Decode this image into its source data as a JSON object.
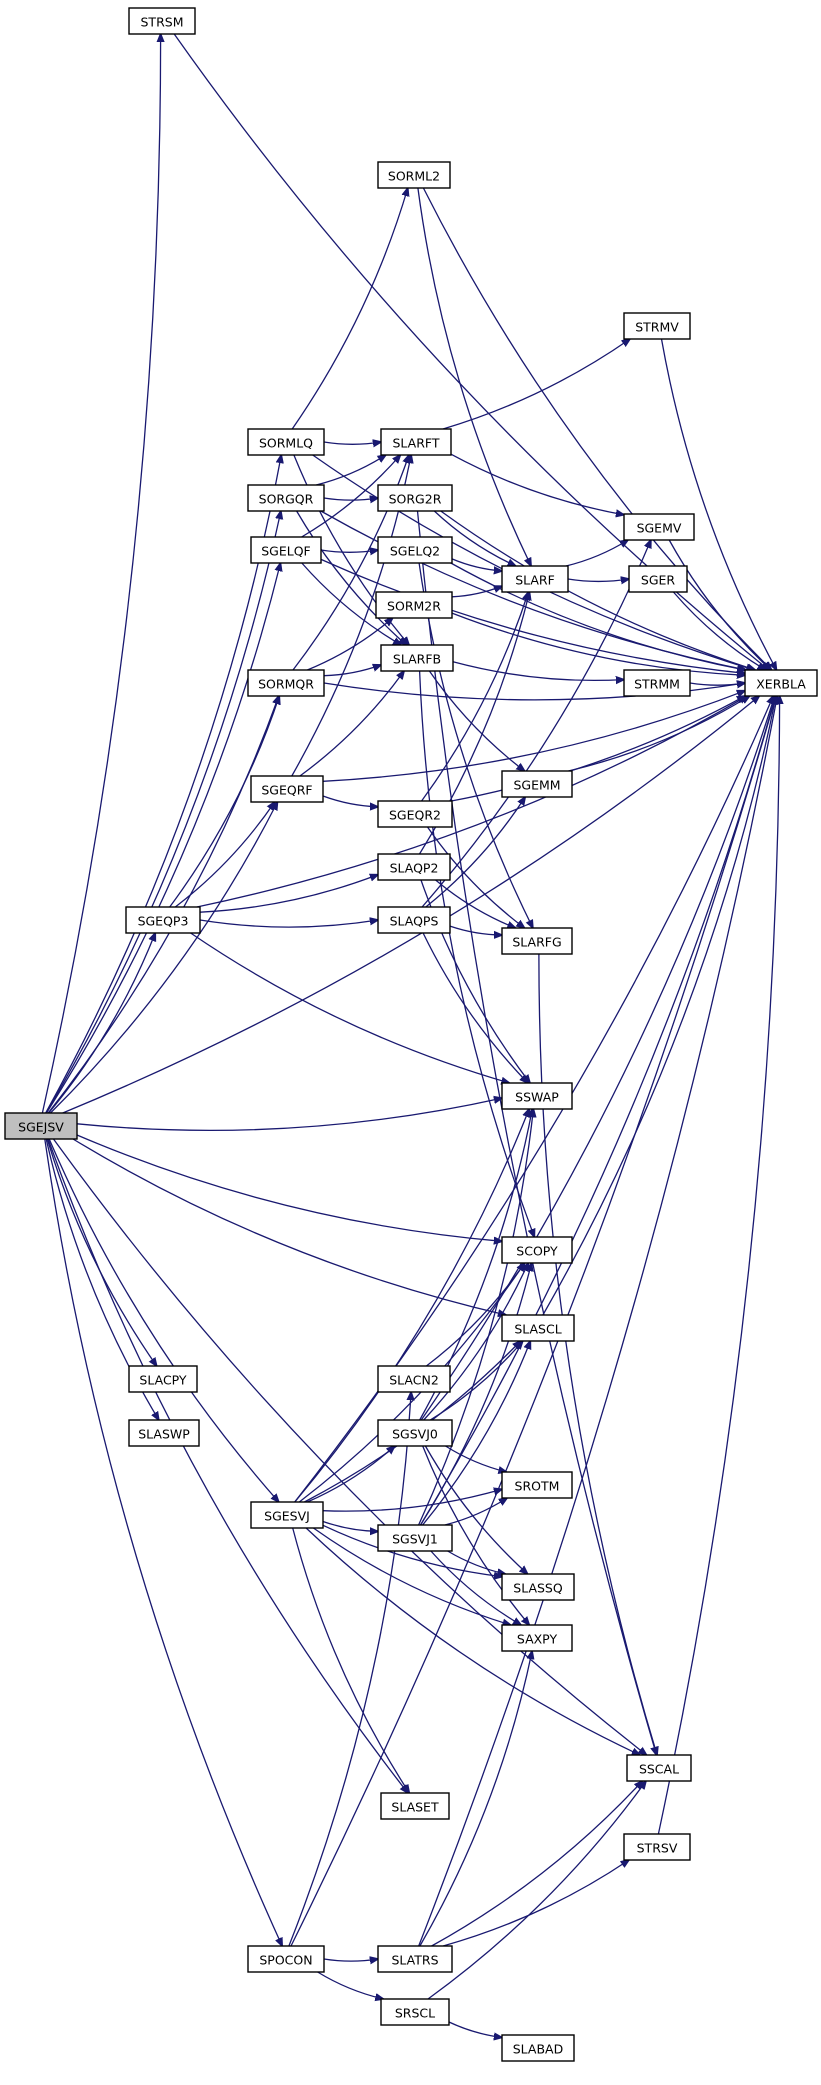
{
  "graph": {
    "root": "SGEJSV",
    "colors": {
      "edge": "#191970",
      "node_border": "#000000",
      "root_fill": "#bfbfbf",
      "node_fill": "#ffffff"
    },
    "nodes": {
      "SGEJSV": "SGEJSV",
      "STRSM": "STRSM",
      "SORML2": "SORML2",
      "STRMV": "STRMV",
      "SORMLQ": "SORMLQ",
      "SLARFT": "SLARFT",
      "SORGQR": "SORGQR",
      "SORG2R": "SORG2R",
      "SGEMV": "SGEMV",
      "SGELQF": "SGELQF",
      "SGELQ2": "SGELQ2",
      "SLARF": "SLARF",
      "SGER": "SGER",
      "SORM2R": "SORM2R",
      "SLARFB": "SLARFB",
      "SORMQR": "SORMQR",
      "STRMM": "STRMM",
      "XERBLA": "XERBLA",
      "SGEQRF": "SGEQRF",
      "SGEMM": "SGEMM",
      "SGEQR2": "SGEQR2",
      "SLAQP2": "SLAQP2",
      "SGEQP3": "SGEQP3",
      "SLAQPS": "SLAQPS",
      "SLARFG": "SLARFG",
      "SSWAP": "SSWAP",
      "SCOPY": "SCOPY",
      "SLASCL": "SLASCL",
      "SLACN2": "SLACN2",
      "SLACPY": "SLACPY",
      "SGSVJ0": "SGSVJ0",
      "SLASWP": "SLASWP",
      "SROTM": "SROTM",
      "SGESVJ": "SGESVJ",
      "SGSVJ1": "SGSVJ1",
      "SLASSQ": "SLASSQ",
      "SAXPY": "SAXPY",
      "SSCAL": "SSCAL",
      "SLASET": "SLASET",
      "STRSV": "STRSV",
      "SPOCON": "SPOCON",
      "SLATRS": "SLATRS",
      "SRSCL": "SRSCL",
      "SLABAD": "SLABAD"
    },
    "edges": [
      [
        "SGEJSV",
        "STRSM"
      ],
      [
        "SGEJSV",
        "XERBLA"
      ],
      [
        "SGEJSV",
        "SORMLQ"
      ],
      [
        "SGEJSV",
        "SORGQR"
      ],
      [
        "SGEJSV",
        "SGELQF"
      ],
      [
        "SGEJSV",
        "SORMQR"
      ],
      [
        "SGEJSV",
        "SGEQRF"
      ],
      [
        "SGEJSV",
        "SGEQP3"
      ],
      [
        "SGEJSV",
        "SSWAP"
      ],
      [
        "SGEJSV",
        "SCOPY"
      ],
      [
        "SGEJSV",
        "SLASCL"
      ],
      [
        "SGEJSV",
        "SLACPY"
      ],
      [
        "SGEJSV",
        "SLASWP"
      ],
      [
        "SGEJSV",
        "SGESVJ"
      ],
      [
        "SGEJSV",
        "SLASET"
      ],
      [
        "SGEJSV",
        "SSCAL"
      ],
      [
        "SGEJSV",
        "SPOCON"
      ],
      [
        "STRSM",
        "XERBLA"
      ],
      [
        "SORML2",
        "XERBLA"
      ],
      [
        "SORML2",
        "SLARF"
      ],
      [
        "STRMV",
        "XERBLA"
      ],
      [
        "SORMLQ",
        "SORML2"
      ],
      [
        "SORMLQ",
        "SLARFT"
      ],
      [
        "SORMLQ",
        "SLARFB"
      ],
      [
        "SORMLQ",
        "XERBLA"
      ],
      [
        "SLARFT",
        "STRMV"
      ],
      [
        "SLARFT",
        "SGEMV"
      ],
      [
        "SORGQR",
        "SORG2R"
      ],
      [
        "SORGQR",
        "SLARFT"
      ],
      [
        "SORGQR",
        "SLARFB"
      ],
      [
        "SORGQR",
        "XERBLA"
      ],
      [
        "SORG2R",
        "SLARF"
      ],
      [
        "SORG2R",
        "SSCAL"
      ],
      [
        "SORG2R",
        "XERBLA"
      ],
      [
        "SGEMV",
        "XERBLA"
      ],
      [
        "SGELQF",
        "SGELQ2"
      ],
      [
        "SGELQF",
        "SLARFT"
      ],
      [
        "SGELQF",
        "SLARFB"
      ],
      [
        "SGELQF",
        "XERBLA"
      ],
      [
        "SGELQ2",
        "SLARF"
      ],
      [
        "SGELQ2",
        "SLARFG"
      ],
      [
        "SGELQ2",
        "XERBLA"
      ],
      [
        "SLARF",
        "SGEMV"
      ],
      [
        "SLARF",
        "SGER"
      ],
      [
        "SGER",
        "XERBLA"
      ],
      [
        "SORM2R",
        "SLARF"
      ],
      [
        "SORM2R",
        "XERBLA"
      ],
      [
        "SLARFB",
        "STRMM"
      ],
      [
        "SLARFB",
        "SGEMM"
      ],
      [
        "SLARFB",
        "SCOPY"
      ],
      [
        "SORMQR",
        "SORM2R"
      ],
      [
        "SORMQR",
        "SLARFT"
      ],
      [
        "SORMQR",
        "SLARFB"
      ],
      [
        "SORMQR",
        "XERBLA"
      ],
      [
        "STRMM",
        "XERBLA"
      ],
      [
        "SGEQRF",
        "SGEQR2"
      ],
      [
        "SGEQRF",
        "SLARFT"
      ],
      [
        "SGEQRF",
        "SLARFB"
      ],
      [
        "SGEQRF",
        "XERBLA"
      ],
      [
        "SGEMM",
        "XERBLA"
      ],
      [
        "SGEQR2",
        "SLARF"
      ],
      [
        "SGEQR2",
        "SLARFG"
      ],
      [
        "SGEQR2",
        "XERBLA"
      ],
      [
        "SLAQP2",
        "SLARFG"
      ],
      [
        "SLAQP2",
        "SSWAP"
      ],
      [
        "SLAQP2",
        "SLARF"
      ],
      [
        "SGEQP3",
        "SGEQRF"
      ],
      [
        "SGEQP3",
        "SORMQR"
      ],
      [
        "SGEQP3",
        "SLAQP2"
      ],
      [
        "SGEQP3",
        "SLAQPS"
      ],
      [
        "SGEQP3",
        "SSWAP"
      ],
      [
        "SGEQP3",
        "XERBLA"
      ],
      [
        "SLAQPS",
        "SGEMM"
      ],
      [
        "SLAQPS",
        "SLARFG"
      ],
      [
        "SLAQPS",
        "SSWAP"
      ],
      [
        "SLAQPS",
        "SGEMV"
      ],
      [
        "SLARFG",
        "SSCAL"
      ],
      [
        "SLASCL",
        "XERBLA"
      ],
      [
        "SLACN2",
        "SCOPY"
      ],
      [
        "SGSVJ0",
        "SSWAP"
      ],
      [
        "SGSVJ0",
        "SCOPY"
      ],
      [
        "SGSVJ0",
        "SLASCL"
      ],
      [
        "SGSVJ0",
        "SROTM"
      ],
      [
        "SGSVJ0",
        "SLASSQ"
      ],
      [
        "SGSVJ0",
        "SAXPY"
      ],
      [
        "SGSVJ0",
        "XERBLA"
      ],
      [
        "SGESVJ",
        "SSWAP"
      ],
      [
        "SGESVJ",
        "SCOPY"
      ],
      [
        "SGESVJ",
        "SLASCL"
      ],
      [
        "SGESVJ",
        "SGSVJ0"
      ],
      [
        "SGESVJ",
        "SROTM"
      ],
      [
        "SGESVJ",
        "SGSVJ1"
      ],
      [
        "SGESVJ",
        "SLASSQ"
      ],
      [
        "SGESVJ",
        "SAXPY"
      ],
      [
        "SGESVJ",
        "SSCAL"
      ],
      [
        "SGESVJ",
        "SLASET"
      ],
      [
        "SGESVJ",
        "XERBLA"
      ],
      [
        "SGSVJ1",
        "SSWAP"
      ],
      [
        "SGSVJ1",
        "SCOPY"
      ],
      [
        "SGSVJ1",
        "SLASCL"
      ],
      [
        "SGSVJ1",
        "SROTM"
      ],
      [
        "SGSVJ1",
        "SLASSQ"
      ],
      [
        "SGSVJ1",
        "SAXPY"
      ],
      [
        "SGSVJ1",
        "XERBLA"
      ],
      [
        "STRSV",
        "XERBLA"
      ],
      [
        "SPOCON",
        "SLACN2"
      ],
      [
        "SPOCON",
        "SLATRS"
      ],
      [
        "SPOCON",
        "SRSCL"
      ],
      [
        "SPOCON",
        "XERBLA"
      ],
      [
        "SLATRS",
        "SAXPY"
      ],
      [
        "SLATRS",
        "SSCAL"
      ],
      [
        "SLATRS",
        "STRSV"
      ],
      [
        "SLATRS",
        "XERBLA"
      ],
      [
        "SRSCL",
        "SLABAD"
      ],
      [
        "SRSCL",
        "SSCAL"
      ]
    ]
  }
}
